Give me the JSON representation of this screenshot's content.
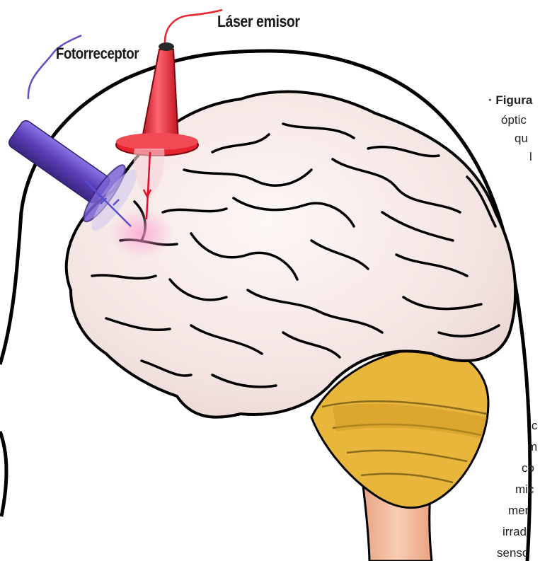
{
  "labels": {
    "laser_emitter": "Láser emisor",
    "photoreceptor": "Fotorreceptor"
  },
  "caption": {
    "title_fragment": "· Figura",
    "top_lines": [
      "óptic",
      "qu",
      "l"
    ],
    "bottom_lines": [
      "c",
      "m",
      "co",
      "mic",
      "mer",
      "irrad",
      "sensc"
    ]
  },
  "colors": {
    "laser_probe": "#e8232f",
    "photoreceptor_probe": "#6a4bc4",
    "laser_beam": "#e0102a",
    "photoreceptor_beam": "#5a4dd0",
    "brain_fill": "#f6ecea",
    "cerebellum": "#e9b63c",
    "brainstem": "#f0b99a",
    "outline": "#000000"
  }
}
